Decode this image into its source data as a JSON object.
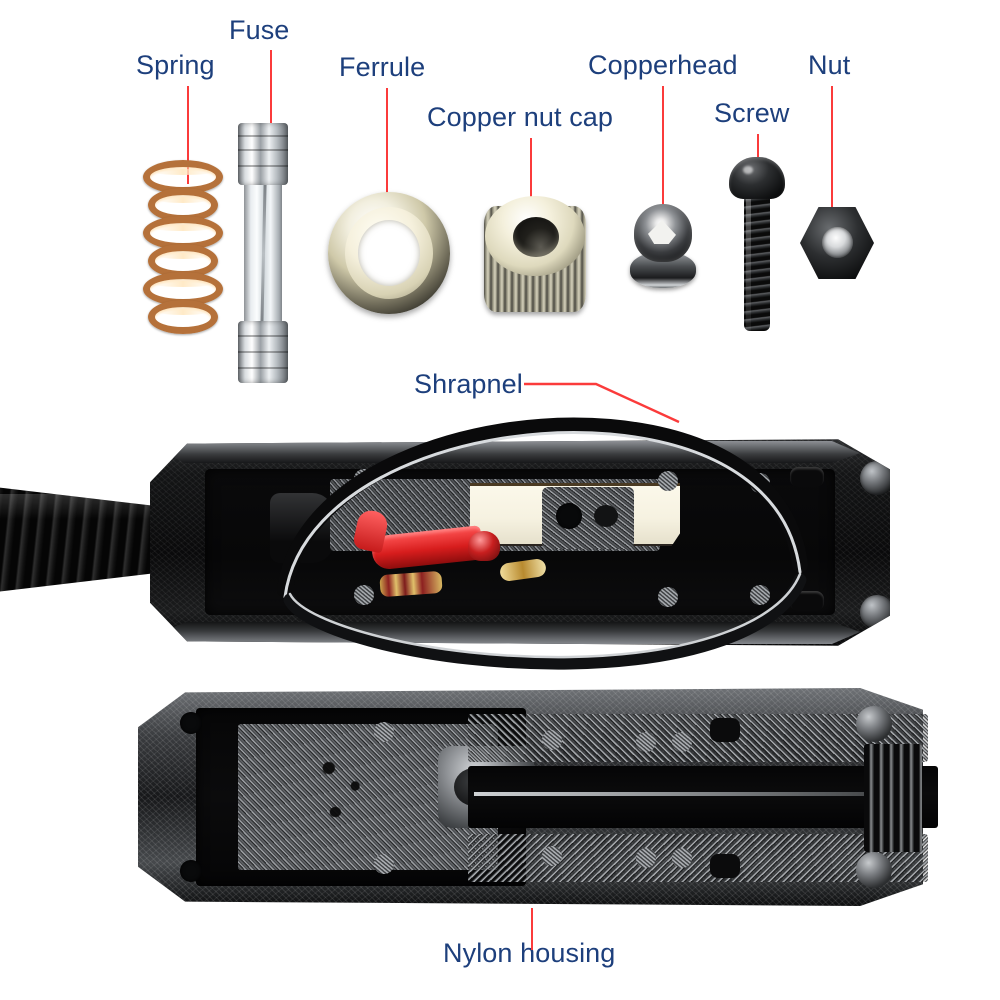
{
  "diagram": {
    "title": "Car cigarette lighter plug exploded parts diagram",
    "label_color": "#1d3f7c",
    "leader_color": "#fb3b3b",
    "background_color": "#ffffff"
  },
  "labels": {
    "spring": "Spring",
    "fuse": "Fuse",
    "ferrule": "Ferrule",
    "copper_nut_cap": "Copper nut cap",
    "copperhead": "Copperhead",
    "screw": "Screw",
    "nut": "Nut",
    "shrapnel": "Shrapnel",
    "nylon_housing": "Nylon housing"
  },
  "parts": [
    {
      "name": "Spring",
      "label": "Spring",
      "material": "copper",
      "leader": "vertical"
    },
    {
      "name": "Fuse",
      "label": "Fuse",
      "material": "glass-and-chrome",
      "leader": "vertical"
    },
    {
      "name": "Ferrule",
      "label": "Ferrule",
      "material": "plated-metal-ring",
      "leader": "vertical"
    },
    {
      "name": "Copper nut cap",
      "label": "Copper nut cap",
      "material": "knurled-metal",
      "leader": "vertical"
    },
    {
      "name": "Copperhead",
      "label": "Copperhead",
      "material": "chrome-tip",
      "leader": "vertical"
    },
    {
      "name": "Screw",
      "label": "Screw",
      "material": "black-steel",
      "leader": "vertical"
    },
    {
      "name": "Nut",
      "label": "Nut",
      "material": "black-steel-hex",
      "leader": "vertical"
    },
    {
      "name": "Shrapnel",
      "label": "Shrapnel",
      "material": "spring-steel-clip",
      "leader": "diagonal"
    },
    {
      "name": "Nylon housing",
      "label": "Nylon housing",
      "material": "nylon",
      "leader": "vertical"
    }
  ],
  "assemblies": {
    "upper": "Upper housing half with cable, strain relief boot, wiring and shrapnel clip",
    "lower": "Lower nylon housing half, empty shell"
  }
}
